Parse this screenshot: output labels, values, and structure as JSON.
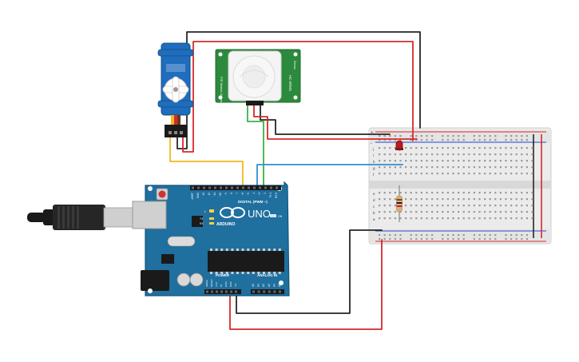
{
  "colors": {
    "arduino_board": "#1f6f9f",
    "arduino_edge": "#14557c",
    "pir_board": "#2c8a3c",
    "servo_body": "#1f6dbd",
    "breadboard": "#ececec",
    "wire_red": "#d62a2a",
    "wire_black": "#262626",
    "wire_yellow": "#f2b81c",
    "wire_green": "#3bb04a",
    "wire_blue": "#2f90d2",
    "led_red": "#b71d1d",
    "usb_cable": "#1a1a1a"
  },
  "arduino": {
    "brand_word": "UNO",
    "logo_text": "ARDUINO",
    "digital_label": "DIGITAL (PWM ~)",
    "power_label": "POWER",
    "analog_label": "ANALOG IN",
    "led_l": "L",
    "led_tx": "TX",
    "led_rx": "RX",
    "led_on": "ON",
    "digital_pins": [
      "AREF",
      "GND",
      "13",
      "12",
      "~11",
      "~10",
      "~9",
      "8",
      "7",
      "~6",
      "~5",
      "4",
      "~3",
      "2",
      "TX 1",
      "RX 0"
    ],
    "power_pins": [
      "IOREF",
      "RESET",
      "3.3V",
      "5V",
      "GND",
      "GND",
      "Vin"
    ],
    "analog_pins": [
      "A0",
      "A1",
      "A2",
      "A3",
      "A4",
      "A5"
    ]
  },
  "pir": {
    "silk_left": "PIR Motion Sensor",
    "silk_right": "HC-SR501",
    "silk_side": "Sensor"
  },
  "breadboard": {
    "rows_top": [
      "j",
      "i",
      "h",
      "g",
      "f"
    ],
    "rows_bottom": [
      "e",
      "d",
      "c",
      "b",
      "a"
    ],
    "rail_plus": "+",
    "rail_minus": "-"
  }
}
